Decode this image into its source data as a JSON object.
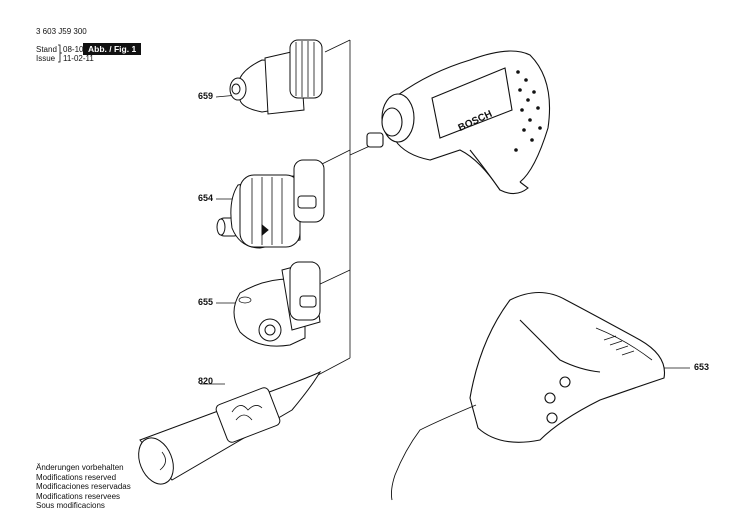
{
  "header": {
    "doc_number": "3 603 J59 300",
    "stand_label": "Stand",
    "stand_value": "08-10",
    "issue_label": "Issue",
    "issue_value": "11-02-11",
    "figure_tag": "Abb. / Fig. 1"
  },
  "parts": [
    {
      "number": "659"
    },
    {
      "number": "654"
    },
    {
      "number": "655"
    },
    {
      "number": "820"
    },
    {
      "number": "653"
    }
  ],
  "tool_brand": "BOSCH",
  "footer": {
    "lines": [
      "Änderungen vorbehalten",
      "Modifications reserved",
      "Modificaciones reservadas",
      "Modifications reservees",
      "Sous modificacions"
    ]
  }
}
